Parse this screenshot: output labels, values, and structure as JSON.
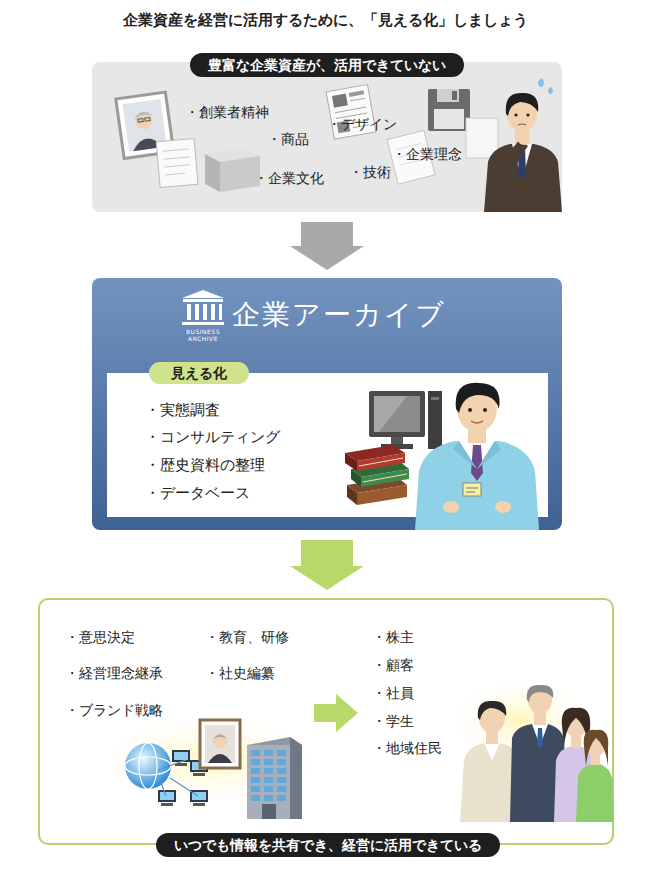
{
  "diagram": {
    "title": "企業資産を経営に活用するために、「見える化」しましょう",
    "nodes": [
      {
        "text": [
          "豊富な企業資産が、活用できていない",
          "・創業者精神",
          "・商品",
          "・デザイン",
          "・企業理念",
          "・企業文化",
          "・技術"
        ]
      },
      {
        "text": [
          "企業アーカイブ",
          "BUSINESS ARCHIVE"
        ]
      },
      {
        "text": [
          "見える化",
          "・実態調査",
          "・コンサルティング",
          "・歴史資料の整理",
          "・データベース"
        ],
        "in": 1
      },
      {
        "text": [
          "・意思決定",
          "・教育、研修",
          "・経営理念継承",
          "・社史編纂",
          "・ブランド戦略",
          "・株主",
          "・顧客",
          "・社員",
          "・学生",
          "・地域住民",
          "いつでも情報を共有でき、経営に活用できている"
        ]
      }
    ],
    "edges": [
      {
        "from": 0,
        "to": 1,
        "arrow": "to"
      },
      {
        "from": 1,
        "to": 3,
        "arrow": "to"
      }
    ]
  }
}
